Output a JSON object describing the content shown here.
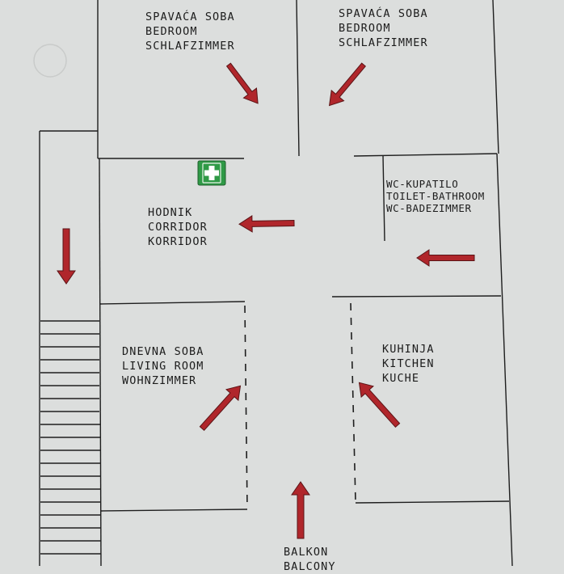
{
  "rooms": {
    "bedroom_left": {
      "line1": "SPAVAĆA SOBA",
      "line2": "BEDROOM",
      "line3": "SCHLAFZIMMER"
    },
    "bedroom_right": {
      "line1": "SPAVAĆA SOBA",
      "line2": "BEDROOM",
      "line3": "SCHLAFZIMMER"
    },
    "corridor": {
      "line1": "HODNIK",
      "line2": "CORRIDOR",
      "line3": "KORRIDOR"
    },
    "bathroom": {
      "line1": "WC-KUPATILO",
      "line2": "TOILET-BATHROOM",
      "line3": "WC-BADEZIMMER"
    },
    "living_room": {
      "line1": "DNEVNA SOBA",
      "line2": "LIVING ROOM",
      "line3": "WOHNZIMMER"
    },
    "kitchen": {
      "line1": "KUHINJA",
      "line2": "KITCHEN",
      "line3": "KUCHE"
    },
    "balcony": {
      "line1": "BALKON",
      "line2": "BALCONY"
    }
  },
  "colors": {
    "arrow": "#b0262b",
    "first_aid": "#2f9a46",
    "background": "#dcdedd",
    "lines": "#1e1e1e"
  },
  "icons": {
    "first_aid": "first-aid-cross-icon",
    "evacuation_arrow": "arrow-icon"
  }
}
